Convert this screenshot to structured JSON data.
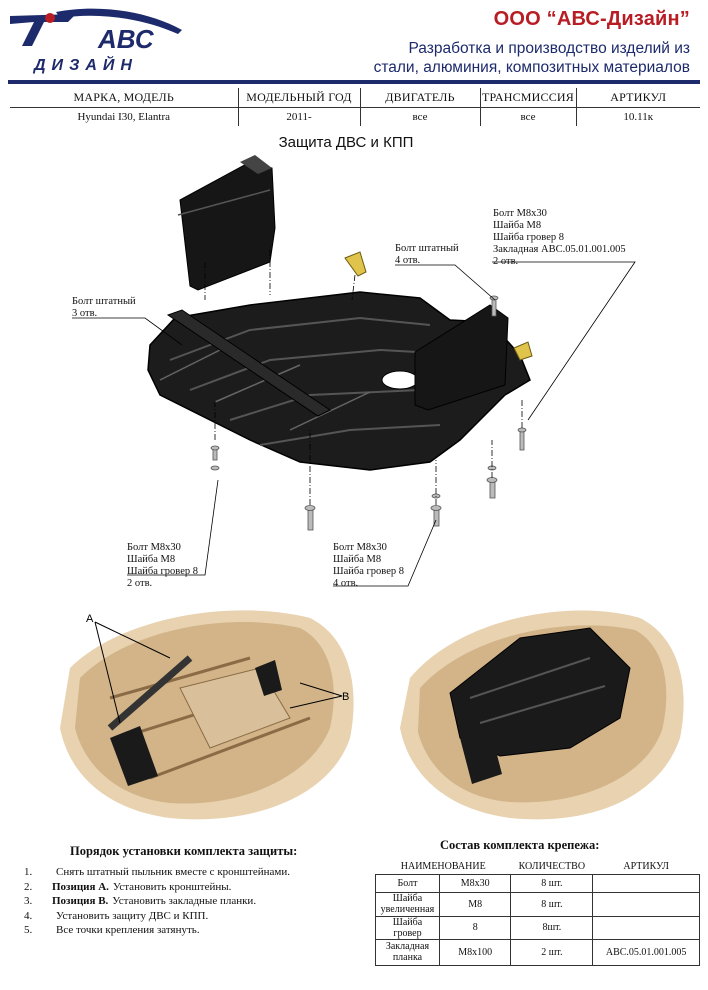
{
  "header": {
    "logo_text": "АВС",
    "logo_sub": "ДИЗАЙН",
    "company_name": "ООО “АВС-Дизайн”",
    "tagline_1": "Разработка и производство изделий из",
    "tagline_2": "стали, алюминия, композитных материалов"
  },
  "spec": {
    "headers": [
      "МАРКА, МОДЕЛЬ",
      "МОДЕЛЬНЫЙ ГОД",
      "ДВИГАТЕЛЬ",
      "ТРАНСМИССИЯ",
      "АРТИКУЛ"
    ],
    "row": [
      "Hyundai I30, Elantra",
      "2011-",
      "все",
      "все",
      "10.11к"
    ]
  },
  "title": "Защита ДВС и КПП",
  "callouts": {
    "top_right": [
      "Болт М8х30",
      "Шайба М8",
      "Шайба гровер 8",
      "Закладная АВС.05.01.001.005",
      "2 отв."
    ],
    "mid_right": [
      "Болт штатный",
      "4 отв."
    ],
    "left": [
      "Болт штатный",
      "3 отв."
    ],
    "bottom_left": [
      "Болт М8х30",
      "Шайба М8",
      "Шайба гровер 8",
      "2 отв."
    ],
    "bottom_mid": [
      "Болт М8х30",
      "Шайба М8",
      "Шайба гровер 8",
      "4 отв."
    ]
  },
  "photo_labels": {
    "a": "A",
    "b": "B"
  },
  "procedure": {
    "title": "Порядок установки комплекта защиты:",
    "steps": [
      {
        "n": "1.",
        "bold": "",
        "text": "Снять штатный пыльник вместе с кронштейнами."
      },
      {
        "n": "2.",
        "bold": "Позиция А.",
        "text": "Установить кронштейны."
      },
      {
        "n": "3.",
        "bold": "Позиция В.",
        "text": "Установить закладные планки."
      },
      {
        "n": "4.",
        "bold": "",
        "text": "Установить защиту ДВС и КПП."
      },
      {
        "n": "5.",
        "bold": "",
        "text": "Все точки крепления затянуть."
      }
    ]
  },
  "kit": {
    "title": "Состав комплекта крепежа:",
    "headers": [
      "НАИМЕНОВАНИЕ",
      "КОЛИЧЕСТВО",
      "АРТИКУЛ"
    ],
    "rows": [
      [
        "Болт",
        "М8х30",
        "8 шт.",
        ""
      ],
      [
        "Шайба увеличенная",
        "М8",
        "8 шт.",
        ""
      ],
      [
        "Шайба гровер",
        "8",
        "8шт.",
        ""
      ],
      [
        "Закладная планка",
        "М8х100",
        "2 шт.",
        "АВС.05.01.001.005"
      ]
    ]
  }
}
